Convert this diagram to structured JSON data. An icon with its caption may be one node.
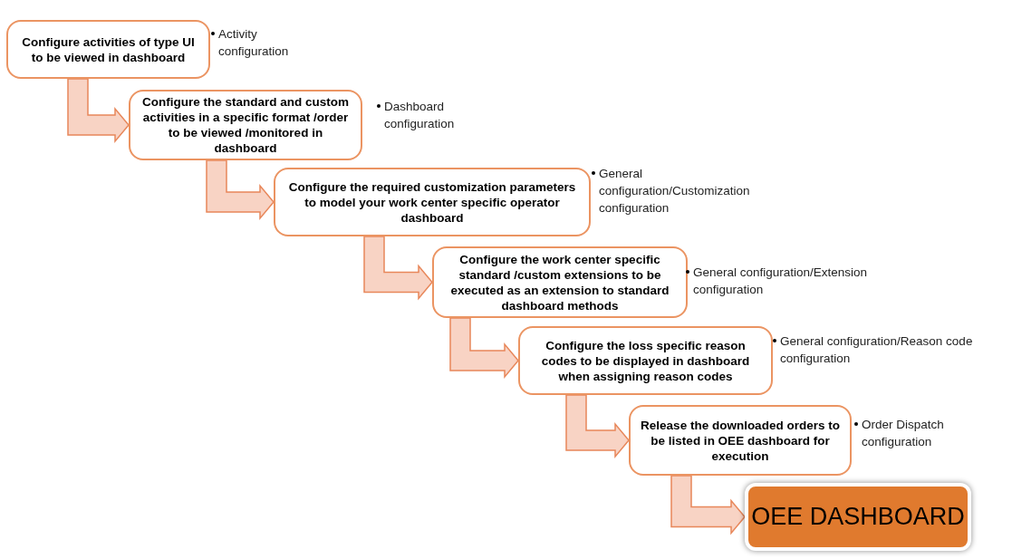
{
  "diagram": {
    "nodes": [
      {
        "text": [
          "Configure activities of type UI to be viewed in dashboard"
        ],
        "beside": [
          "Activity configuration"
        ]
      },
      {
        "text": [
          "Configure the standard and custom activities  in  a specific format /order to be viewed /monitored in dashboard"
        ],
        "beside": [
          "Dashboard configuration"
        ]
      },
      {
        "text": [
          "Configure the required customization parameters to model your work center specific operator dashboard"
        ],
        "beside": [
          "General configuration/Customization configuration"
        ]
      },
      {
        "text": [
          "Configure the work center specific standard /custom extensions to be executed as an extension to standard dashboard methods"
        ],
        "beside": [
          "General configuration/Extension configuration"
        ]
      },
      {
        "text": [
          "Configure the loss specific reason codes to be displayed in dashboard when assigning reason codes"
        ],
        "beside": [
          "General configuration/Reason code configuration"
        ]
      },
      {
        "text": [
          "Release the downloaded orders to be listed in OEE dashboard for execution"
        ],
        "beside": [
          "Order Dispatch configuration"
        ]
      },
      {
        "text": [
          "OEE DASHBOARD"
        ]
      }
    ],
    "edges": [
      {
        "from": 0,
        "to": 1,
        "arrow": "to"
      },
      {
        "from": 1,
        "to": 2,
        "arrow": "to"
      },
      {
        "from": 2,
        "to": 3,
        "arrow": "to"
      },
      {
        "from": 3,
        "to": 4,
        "arrow": "to"
      },
      {
        "from": 4,
        "to": 5,
        "arrow": "to"
      },
      {
        "from": 5,
        "to": 6,
        "arrow": "to"
      }
    ]
  }
}
